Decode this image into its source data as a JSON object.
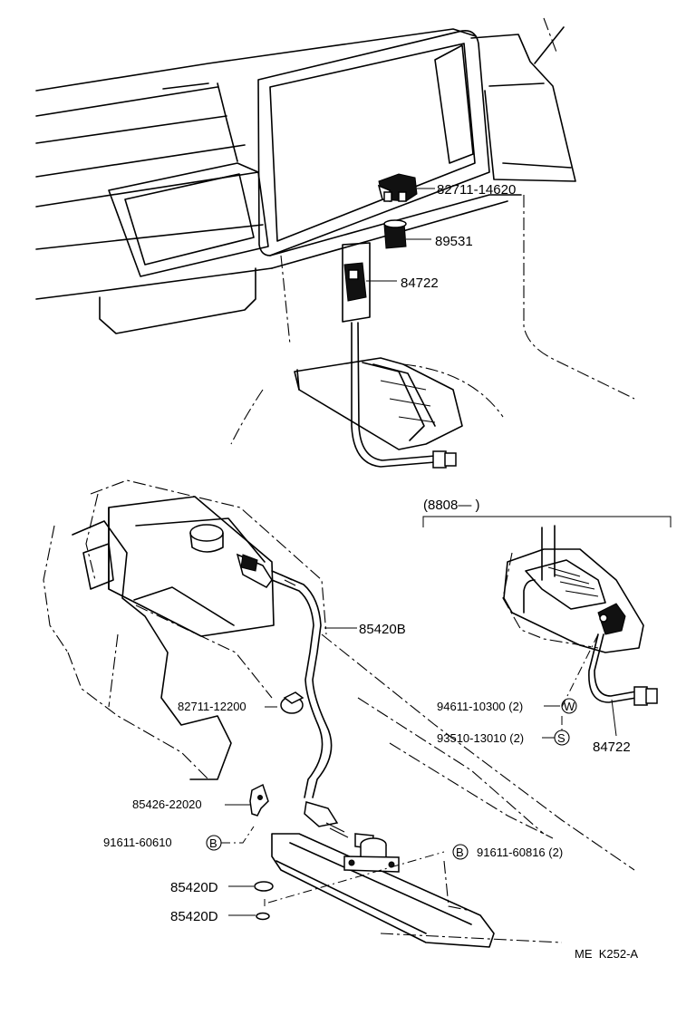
{
  "diagram": {
    "upper_parts": {
      "p82711_14620": "82711-14620",
      "p89531": "89531",
      "p84722": "84722"
    },
    "lower_parts": {
      "p85420B": "85420B",
      "p82711_12200": "82711-12200",
      "p85426_22020": "85426-22020",
      "p91611_60610": "91611-60610",
      "p91611_60816": "91611-60816 (2)",
      "p85420D_a": "85420D",
      "p85420D_b": "85420D"
    },
    "inset": {
      "label": "(8808—         )",
      "p94611_10300": "94611-10300 (2)",
      "p93510_13010": "93510-13010 (2)",
      "p84722": "84722"
    },
    "symbols": {
      "W": "W",
      "S": "S",
      "B1": "B",
      "B2": "B"
    },
    "code": "ME  K252-A"
  }
}
